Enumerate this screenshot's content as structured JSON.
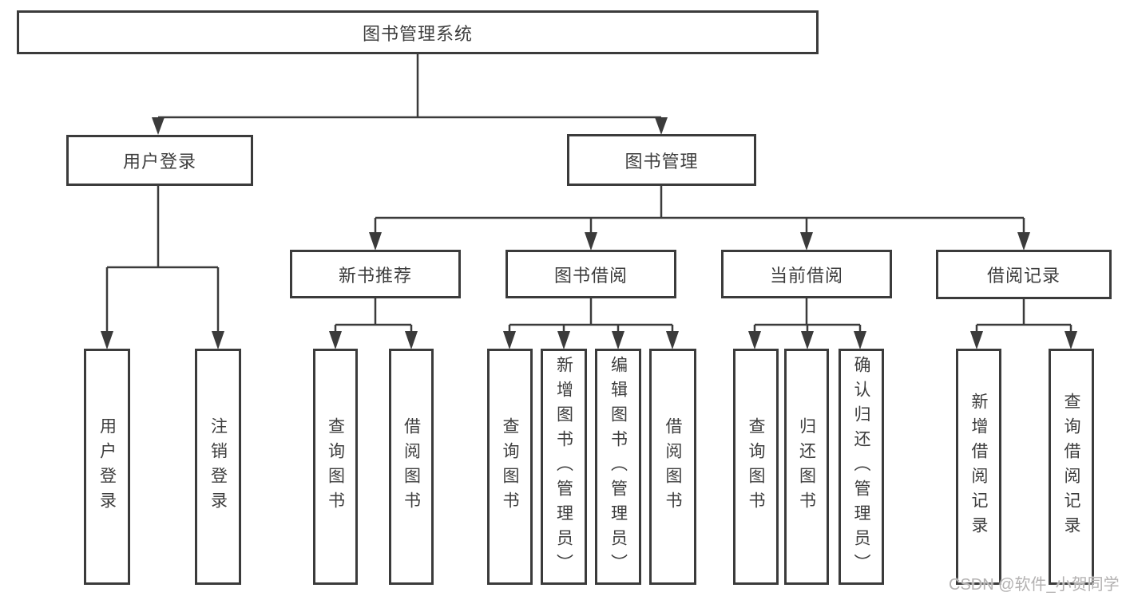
{
  "diagram": {
    "tree": {
      "root": {
        "label": "图书管理系统",
        "children": [
          {
            "label": "用户登录",
            "children": [
              {
                "label": "用户登录"
              },
              {
                "label": "注销登录"
              }
            ]
          },
          {
            "label": "图书管理",
            "children": [
              {
                "label": "新书推荐",
                "children": [
                  {
                    "label": "查询图书"
                  },
                  {
                    "label": "借阅图书"
                  }
                ]
              },
              {
                "label": "图书借阅",
                "children": [
                  {
                    "label": "查询图书"
                  },
                  {
                    "label": "新增图书（管理员）"
                  },
                  {
                    "label": "编辑图书（管理员）"
                  },
                  {
                    "label": "借阅图书"
                  }
                ]
              },
              {
                "label": "当前借阅",
                "children": [
                  {
                    "label": "查询图书"
                  },
                  {
                    "label": "归还图书"
                  },
                  {
                    "label": "确认归还（管理员）"
                  }
                ]
              },
              {
                "label": "借阅记录",
                "children": [
                  {
                    "label": "新增借阅记录"
                  },
                  {
                    "label": "查询借阅记录"
                  }
                ]
              }
            ]
          }
        ]
      }
    },
    "colors": {
      "line": "#3b3b3b",
      "text": "#3d3d3d",
      "background": "#ffffff",
      "watermark": "#b3b1b1"
    }
  },
  "watermark": {
    "text": "CSDN @软件_小贺同学"
  }
}
